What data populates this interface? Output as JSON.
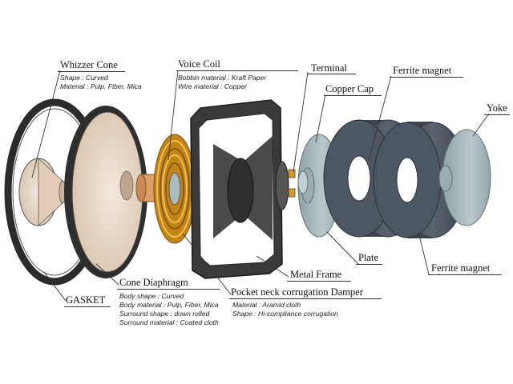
{
  "components": {
    "whizzer_cone": {
      "name": "Whizzer Cone",
      "specs": [
        "Shape : Curved",
        "Material : Pulp, Fiber, Mica"
      ]
    },
    "voice_coil": {
      "name": "Voice Coil",
      "specs": [
        "Bobbin material : Kraft Paper",
        "Wire material : Copper"
      ]
    },
    "terminal": {
      "name": "Terminal"
    },
    "copper_cap": {
      "name": "Copper Cap"
    },
    "ferrite_magnet_top": {
      "name": "Ferrite magnet"
    },
    "yoke": {
      "name": "Yoke"
    },
    "plate": {
      "name": "Plate"
    },
    "ferrite_magnet_bottom": {
      "name": "Ferrite magnet"
    },
    "metal_frame": {
      "name": "Metal Frame"
    },
    "damper": {
      "name": "Pocket neck corrugation Damper",
      "specs": [
        "Material : Aramid cloth",
        "Shape : Hi-compliance corrugation"
      ]
    },
    "cone_diaphragm": {
      "name": "Cone Diaphragm",
      "specs": [
        "Body shape : Curved",
        "Body material : Pulp, Fiber, Mica",
        "Surround shape : down rolled",
        "Surround material : Coated cloth"
      ]
    },
    "gasket": {
      "name": "GASKET"
    }
  },
  "colors": {
    "gasket": "#2b2b2b",
    "cone_paper": "#e9d8c8",
    "coil_copper": "#e0a12a",
    "frame": "#3a3a3a",
    "magnet": "#4d5663",
    "yoke_plate": "#a9b8bc",
    "bobbin": "#d9a06a"
  }
}
